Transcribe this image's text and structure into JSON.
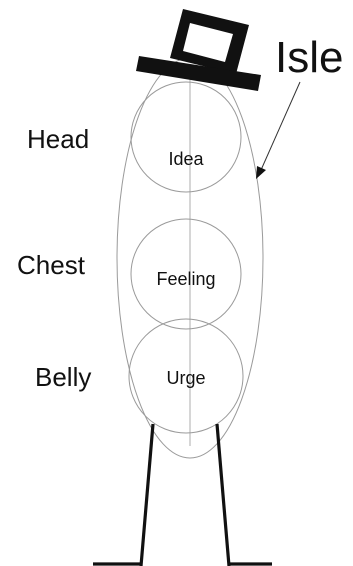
{
  "title": "Isle",
  "side_labels": {
    "head": "Head",
    "chest": "Chest",
    "belly": "Belly"
  },
  "center_labels": {
    "idea": "Idea",
    "feeling": "Feeling",
    "urge": "Urge"
  },
  "colors": {
    "outline": "#9a9a9a",
    "ink": "#111111",
    "background": "#ffffff"
  },
  "icons": {
    "hat": "top-hat-icon"
  }
}
